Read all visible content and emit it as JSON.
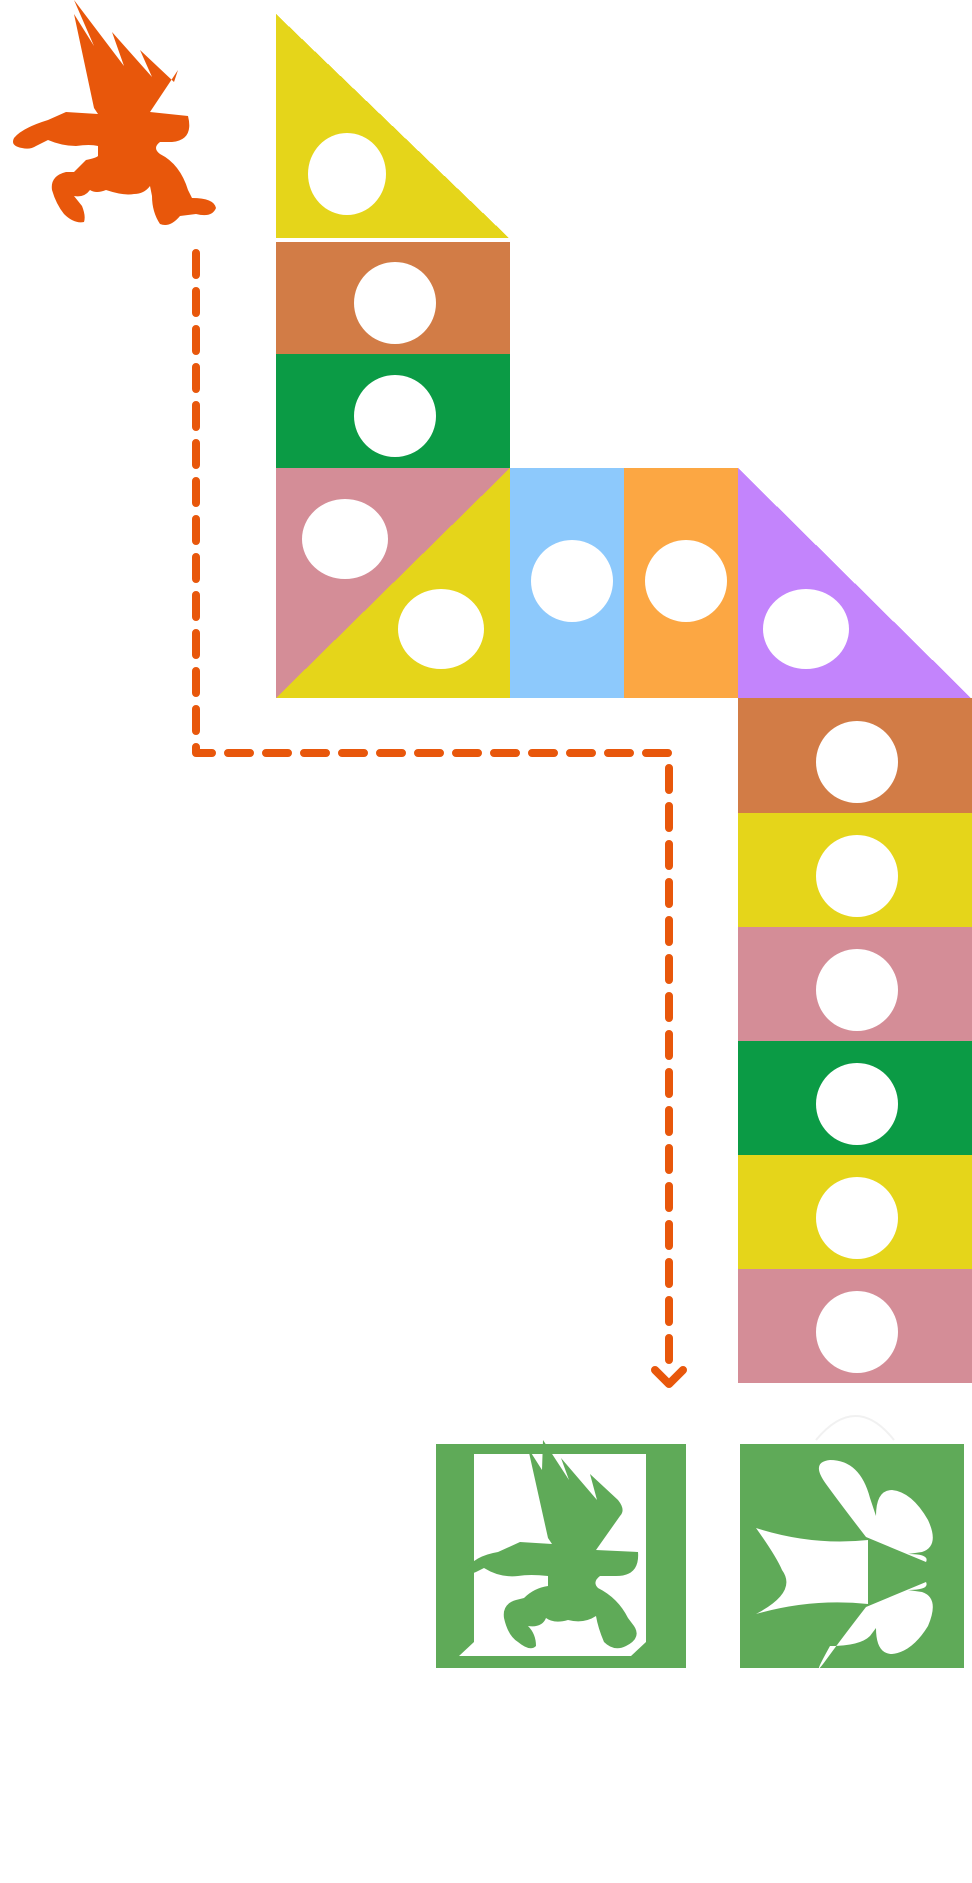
{
  "game": {
    "type": "path-board",
    "start_icon": "jumping-runner-icon",
    "arrow_color": "#E8570B",
    "board_colors": {
      "yellow": "#E5D51A",
      "brown": "#D27C46",
      "green": "#0B9B45",
      "pink": "#D48D97",
      "blue": "#8DC9FC",
      "orange": "#FCA743",
      "purple": "#C384FC",
      "hole": "#FFFFFF"
    },
    "choices": [
      {
        "id": "choice-a",
        "icon": "runner-silhouette-icon",
        "color": "#5FAA58",
        "style": "framed"
      },
      {
        "id": "choice-b",
        "icon": "butterfly-silhouette-icon",
        "color": "#5FAA58",
        "style": "solid"
      }
    ]
  }
}
